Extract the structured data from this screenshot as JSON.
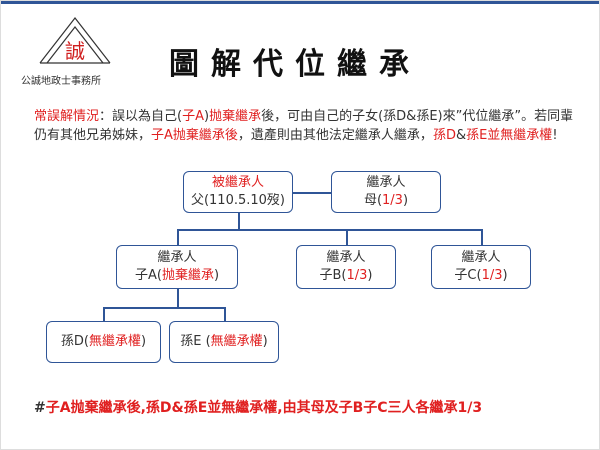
{
  "logo": {
    "char": "誠",
    "name": "公誠地政士事務所"
  },
  "title": "圖解代位繼承",
  "intro": {
    "label": "常誤解情況",
    "parts": [
      "：誤以為自己(",
      "子A",
      "抛棄繼承",
      "後，可由自己的子女(孫D&孫E)來”代位繼承”。若同輩仍有其他兄弟姊妹，",
      "子A抛棄繼承後",
      "，遺產則由其他法定繼承人繼承，",
      "孫D",
      "&",
      "孫E並無繼承權",
      "!"
    ]
  },
  "tree": {
    "decedent": {
      "label": "被繼承人",
      "detail": "父(110.5.10歿)"
    },
    "mother": {
      "label": "繼承人",
      "name": "母(",
      "share": "1/3",
      ")": ")"
    },
    "childA": {
      "label": "繼承人",
      "name": "子A(",
      "note": "抛棄繼承",
      "close": ")"
    },
    "childB": {
      "label": "繼承人",
      "name": "子B(",
      "share": "1/3",
      "close": ")"
    },
    "childC": {
      "label": "繼承人",
      "name": "子C(",
      "share": "1/3",
      "close": ")"
    },
    "grandD": {
      "name": "孫D(",
      "note": "無繼承權",
      "close": ")"
    },
    "grandE": {
      "name": "孫E (",
      "note": "無繼承權",
      "close": ")"
    }
  },
  "footer": {
    "hash": "#",
    "text": "子A抛棄繼承後,孫D&孫E並無繼承權,由其母及子B子C三人各繼承1/3"
  }
}
